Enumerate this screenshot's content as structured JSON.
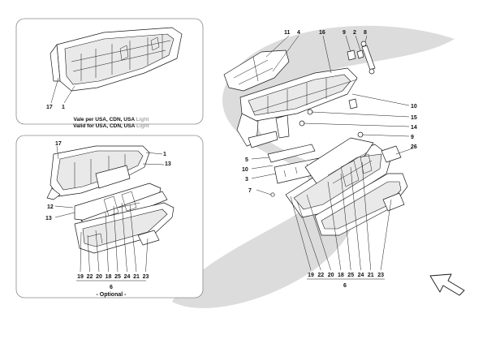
{
  "colors": {
    "watermark": "#dcdcdc",
    "line": "#1a1a1a",
    "frame": "#8a8a8a",
    "light_text": "#a8a8a8"
  },
  "icons": {
    "watermark": "prancing-s-watermark-icon",
    "orientation": "direction-arrow-icon"
  },
  "inset_top": {
    "callouts": {
      "c17": "17",
      "c1": "1"
    },
    "caption": {
      "line1_main": "Vale per USA, CDN, USA ",
      "line1_light": "Light",
      "line2_main": "Valid for USA, CDN, USA ",
      "line2_light": "Light"
    }
  },
  "inset_bottom": {
    "callouts": {
      "c17": "17",
      "c1": "1",
      "c13a": "13",
      "c12": "12",
      "c13b": "13"
    },
    "group": [
      "19",
      "22",
      "20",
      "18",
      "25",
      "24",
      "21",
      "23"
    ],
    "group_total": "6",
    "optional_label": "- Optional -"
  },
  "main": {
    "callouts": {
      "c11": "11",
      "c4": "4",
      "c16": "16",
      "c9a": "9",
      "c2": "2",
      "c8": "8",
      "c10a": "10",
      "c15": "15",
      "c14": "14",
      "c9b": "9",
      "c26": "26",
      "c5": "5",
      "c10b": "10",
      "c3": "3",
      "c7": "7"
    },
    "group": [
      "19",
      "22",
      "20",
      "18",
      "25",
      "24",
      "21",
      "23"
    ],
    "group_total": "6"
  }
}
